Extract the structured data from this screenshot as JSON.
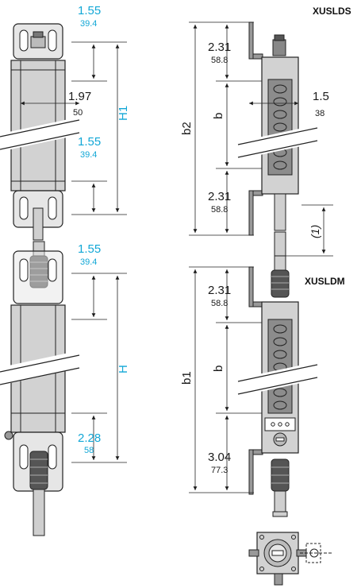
{
  "models": {
    "top": "XUSLDS",
    "bottom": "XUSLDM"
  },
  "colors": {
    "dimension_blue": "#12a7d6",
    "dimension_black": "#1a1a1a",
    "body_gray": "#d2d2d2",
    "window_gray": "#8c8c8c"
  },
  "left_top": {
    "dim_top_in": "1.55",
    "dim_top_mm": "39.4",
    "dim_width_in": "1.97",
    "dim_width_mm": "50",
    "dim_bot_in": "1.55",
    "dim_bot_mm": "39.4",
    "height_label": "H1"
  },
  "left_bottom": {
    "dim_top_in": "1.55",
    "dim_top_mm": "39.4",
    "dim_bot_in": "2.28",
    "dim_bot_mm": "58",
    "height_label": "H"
  },
  "right_top": {
    "dim_top_in": "2.31",
    "dim_top_mm": "58.8",
    "dim_depth_in": "1.5",
    "dim_depth_mm": "38",
    "dim_bot_in": "2.31",
    "dim_bot_mm": "58.8",
    "length_label": "b",
    "total_label": "b2",
    "cable_note": "(1)"
  },
  "right_bottom": {
    "dim_top_in": "2.31",
    "dim_top_mm": "58.8",
    "dim_bot_in": "3.04",
    "dim_bot_mm": "77.3",
    "length_label": "b",
    "total_label": "b1"
  }
}
